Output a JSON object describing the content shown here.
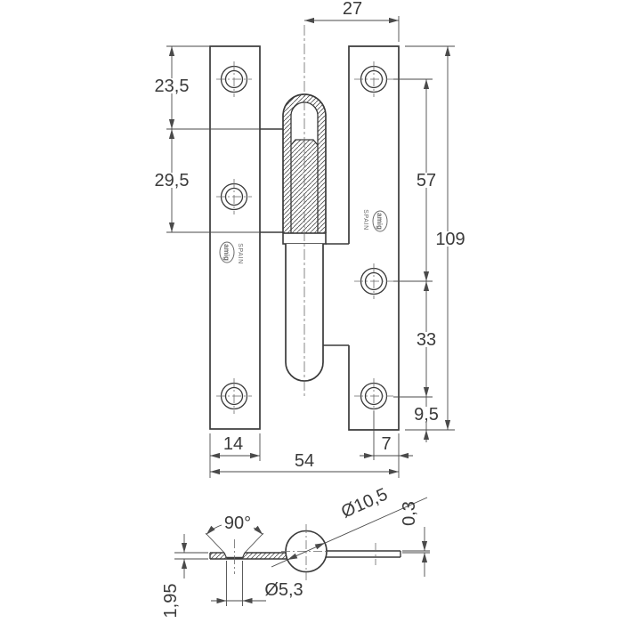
{
  "drawing": {
    "type": "hinge technical drawing",
    "colors": {
      "background": "#ffffff",
      "object_line": "#3a3a3a",
      "dim_line": "#4a4a4a"
    },
    "brand": {
      "logo": "amig",
      "country": "SPAIN"
    },
    "front_view": {
      "dims": {
        "top_width": "27",
        "left_upper": "23,5",
        "left_lower": "29,5",
        "right_upper": "57",
        "right_total": "109",
        "right_mid": "33",
        "right_lower": "9,5",
        "bottom_leaf": "14",
        "bottom_edge": "7",
        "bottom_total": "54"
      }
    },
    "section_view": {
      "dims": {
        "countersink_angle": "90°",
        "knuckle_diameter": "Ø10,5",
        "leaf_offset": "0,3",
        "hole_diameter": "Ø5,3",
        "leaf_thickness": "1,95"
      }
    }
  }
}
